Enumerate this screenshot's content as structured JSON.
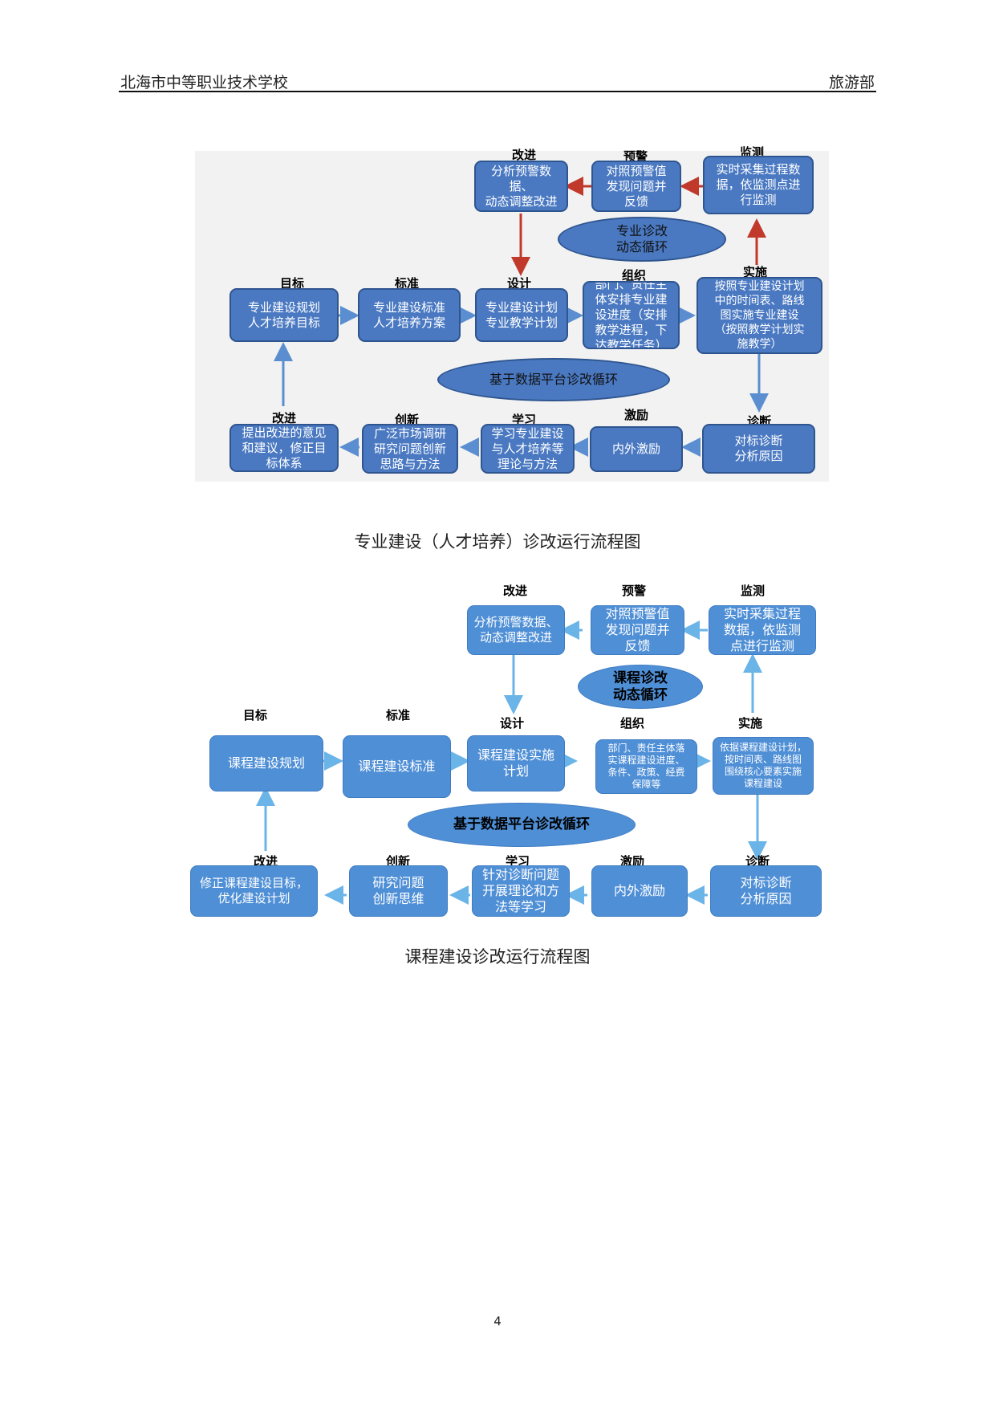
{
  "header": {
    "school": "北海市中等职业技术学校",
    "department": "旅游部"
  },
  "figure1": {
    "caption": "专业建设（人才培养）诊改运行流程图",
    "cycle_top": "专业诊改\n动态循环",
    "cycle_main": "基于数据平台诊改循环",
    "labels": {
      "improve_top": "改进",
      "warn": "预警",
      "monitor": "监测",
      "goal": "目标",
      "standard": "标准",
      "design": "设计",
      "organize": "组织",
      "implement": "实施",
      "improve_bottom": "改进",
      "innovate": "创新",
      "study": "学习",
      "motivate": "激励",
      "diagnose": "诊断"
    },
    "boxes": {
      "improve_top": "分析预警数据、\n动态调整改进",
      "warn": "对照预警值\n发现问题并\n反馈",
      "monitor": "实时采集过程数\n据，依监测点进\n行监测",
      "goal": "专业建设规划\n人才培养目标",
      "standard": "专业建设标准\n人才培养方案",
      "design": "专业建设计划\n专业教学计划",
      "organize": "部门、责任主\n体安排专业建\n设进度（安排\n教学进程，下\n达教学任务）",
      "implement": "按照专业建设计划\n中的时间表、路线\n图实施专业建设\n（按照教学计划实\n施教学）",
      "improve_bottom": "提出改进的意见\n和建议，修正目\n标体系",
      "innovate": "广泛市场调研\n研究问题创新\n思路与方法",
      "study": "学习专业建设\n与人才培养等\n理论与方法",
      "motivate": "内外激励",
      "diagnose": "对标诊断\n分析原因"
    }
  },
  "figure2": {
    "caption": "课程建设诊改运行流程图",
    "cycle_top": "课程诊改\n动态循环",
    "cycle_main": "基于数据平台诊改循环",
    "labels": {
      "improve_top": "改进",
      "warn": "预警",
      "monitor": "监测",
      "goal": "目标",
      "standard": "标准",
      "design": "设计",
      "organize": "组织",
      "implement": "实施",
      "improve_bottom": "改进",
      "innovate": "创新",
      "study": "学习",
      "motivate": "激励",
      "diagnose": "诊断"
    },
    "boxes": {
      "improve_top": "分析预警数据、\n动态调整改进",
      "warn": "对照预警值\n发现问题并\n反馈",
      "monitor": "实时采集过程\n数据，依监测\n点进行监测",
      "goal": "课程建设规划",
      "standard": "课程建设标准",
      "design": "课程建设实施\n计划",
      "organize": "部门、责任主体落\n实课程建设进度、\n条件、政策、经费\n保障等",
      "implement": "依据课程建设计划，\n按时间表、路线图\n围绕核心要素实施\n课程建设",
      "improve_bottom": "修正课程建设目标，\n优化建设计划",
      "innovate": "研究问题\n创新思维",
      "study": "针对诊断问题\n开展理论和方\n法等学习",
      "motivate": "内外激励",
      "diagnose": "对标诊断\n分析原因"
    }
  },
  "colors": {
    "box1": "#4a79c2",
    "box2": "#4f8fd6",
    "arrow_red": "#c0392b",
    "arrow_blue1": "#5b8ed0",
    "arrow_blue2": "#6ab4e8",
    "figure1_bg": "#f2f2f2"
  },
  "page_number": "4"
}
